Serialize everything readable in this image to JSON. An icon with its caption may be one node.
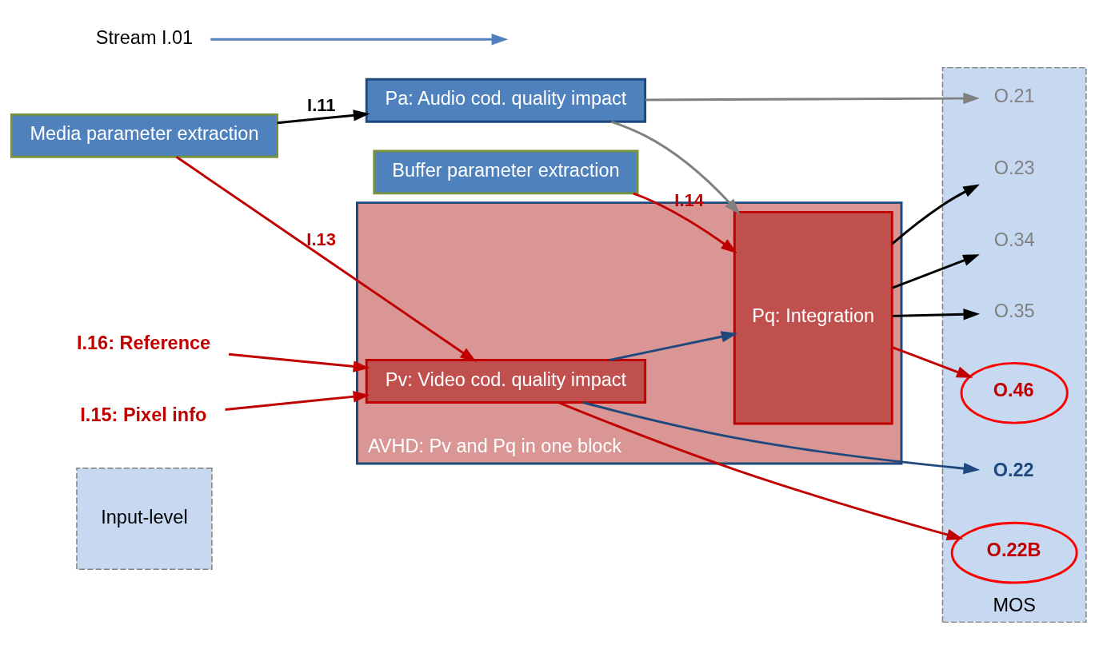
{
  "diagram": {
    "nodes": [
      {
        "text": [
          "Input-level"
        ]
      },
      {
        "text": [
          "Media parameter extraction"
        ]
      },
      {
        "text": [
          "Buffer parameter extraction"
        ]
      },
      {
        "text": [
          "Pa: Audio cod. quality impact"
        ]
      },
      {
        "text": [
          "AVHD: Pv and Pq in one block"
        ]
      },
      {
        "text": [
          "Pv: Video cod. quality impact"
        ],
        "in": 4
      },
      {
        "text": [
          "Pq: Integration"
        ],
        "in": 4
      },
      {
        "text": [
          "MOS"
        ]
      },
      {
        "text": [
          "O.21"
        ],
        "in": 7
      },
      {
        "text": [
          "O.22B"
        ],
        "in": 7
      },
      {
        "text": [
          "O.22"
        ],
        "in": 7
      },
      {
        "text": [
          "O.34"
        ],
        "in": 7
      },
      {
        "text": [
          "O.35"
        ],
        "in": 7
      },
      {
        "text": [
          "O.46"
        ],
        "in": 7
      },
      {
        "text": [
          "O.23"
        ],
        "in": 7
      },
      {
        "text": [
          "Stream I.01"
        ]
      },
      {
        "text": [
          "I.15: Pixel info"
        ]
      },
      {
        "text": [
          "I.16: Reference"
        ]
      }
    ],
    "edges": [
      {
        "from": 15,
        "to": null,
        "arrow": "to",
        "color": "#4f81bd"
      },
      {
        "from": 1,
        "to": 3,
        "label": "I.11",
        "arrow": "to",
        "color": "#000000"
      },
      {
        "from": 1,
        "to": 5,
        "label": "I.13",
        "arrow": "to"
      },
      {
        "from": 2,
        "to": 6,
        "label": "I.14",
        "arrow": "to"
      },
      {
        "from": 16,
        "to": 5,
        "arrow": "to"
      },
      {
        "from": 17,
        "to": 5,
        "arrow": "to"
      },
      {
        "from": 3,
        "to": 8,
        "arrow": "to",
        "color": "#808080"
      },
      {
        "from": 3,
        "to": 6,
        "arrow": "to",
        "color": "#808080"
      },
      {
        "from": 5,
        "to": 9,
        "arrow": "to"
      },
      {
        "from": 5,
        "to": 10,
        "arrow": "to",
        "color": "#1f497d"
      },
      {
        "from": 5,
        "to": 6,
        "arrow": "to",
        "color": "#1f497d"
      },
      {
        "from": 6,
        "to": 11,
        "arrow": "to",
        "color": "#000000"
      },
      {
        "from": 6,
        "to": 12,
        "arrow": "to",
        "color": "#000000"
      },
      {
        "from": 6,
        "to": 13,
        "arrow": "to"
      },
      {
        "from": 6,
        "to": 14,
        "arrow": "to",
        "color": "#000000"
      }
    ]
  }
}
